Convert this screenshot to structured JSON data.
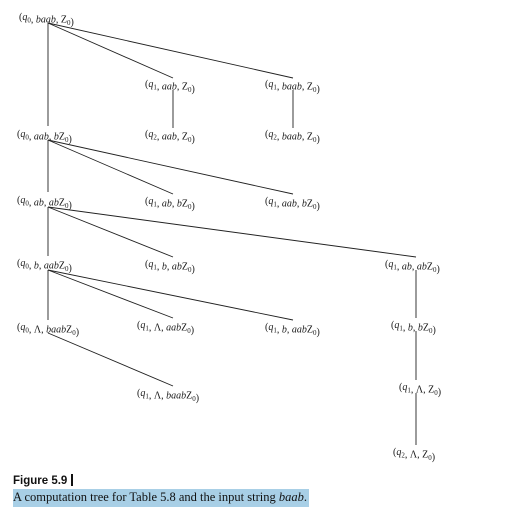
{
  "figure": {
    "label": "Figure 5.9",
    "caption_text": "A computation tree for Table 5.8 and the input string ",
    "caption_string": "baab",
    "caption_end": "."
  },
  "tree": {
    "nodes": {
      "n0": "(q0, baab, Z0)",
      "n1": "(q1, aab, Z0)",
      "n2": "(q1, baab, Z0)",
      "n3": "(q2, aab, Z0)",
      "n4": "(q2, baab, Z0)",
      "n5": "(q0, aab, bZ0)",
      "n6": "(q1, ab, bZ0)",
      "n7": "(q1, aab, bZ0)",
      "n8": "(q0, ab, abZ0)",
      "n9": "(q0, b, aabZ0)",
      "n10": "(q1, b, abZ0)",
      "n11": "(q1, ab, abZ0)",
      "n12": "(q0, Λ, baabZ0)",
      "n13": "(q1, Λ, aabZ0)",
      "n14": "(q1, b, aabZ0)",
      "n15": "(q1, b, bZ0)",
      "n16": "(q1, Λ, baabZ0)",
      "n17": "(q1, Λ, Z0)",
      "n18": "(q2, Λ, Z0)"
    },
    "edges": [
      [
        "n0",
        "n1"
      ],
      [
        "n0",
        "n2"
      ],
      [
        "n0",
        "n5"
      ],
      [
        "n1",
        "n3"
      ],
      [
        "n2",
        "n4"
      ],
      [
        "n5",
        "n6"
      ],
      [
        "n5",
        "n7"
      ],
      [
        "n5",
        "n8"
      ],
      [
        "n8",
        "n9"
      ],
      [
        "n8",
        "n10"
      ],
      [
        "n8",
        "n11"
      ],
      [
        "n9",
        "n12"
      ],
      [
        "n9",
        "n13"
      ],
      [
        "n9",
        "n14"
      ],
      [
        "n11",
        "n15"
      ],
      [
        "n12",
        "n16"
      ],
      [
        "n15",
        "n17"
      ],
      [
        "n17",
        "n18"
      ]
    ]
  }
}
